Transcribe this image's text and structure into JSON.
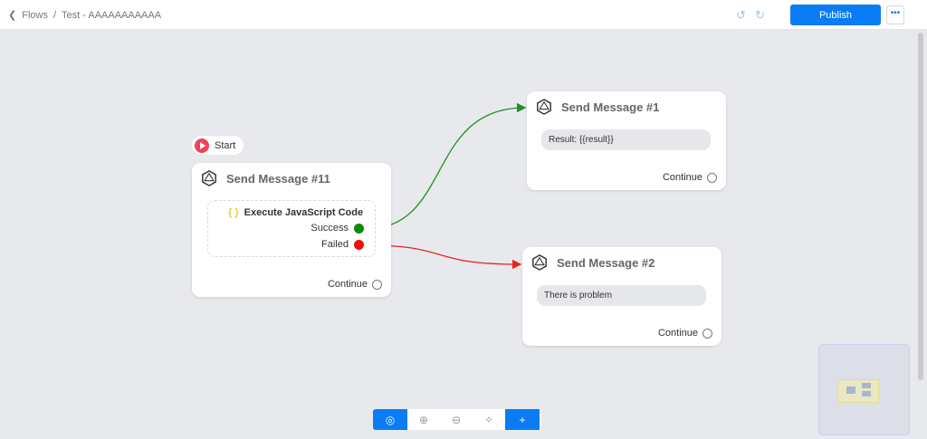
{
  "header": {
    "back_icon": "chevron-left-icon",
    "breadcrumb_root": "Flows",
    "separator": "/",
    "flow_name": "Test - AAAAAAAAAAA",
    "undo_icon": "undo-icon",
    "redo_icon": "redo-icon",
    "publish_label": "Publish",
    "more_label": "•••"
  },
  "start": {
    "label": "Start"
  },
  "nodes": [
    {
      "title": "Send Message #11",
      "action": {
        "icon": "{ }",
        "title": "Execute JavaScript Code",
        "ports": [
          {
            "label": "Success",
            "color": "#0a8a0a"
          },
          {
            "label": "Failed",
            "color": "#f00f0f"
          }
        ]
      },
      "continue": "Continue"
    },
    {
      "title": "Send Message #1",
      "message": "Result: {{result}}",
      "continue": "Continue"
    },
    {
      "title": "Send Message #2",
      "message": "There is problem",
      "continue": "Continue"
    }
  ],
  "edges": [
    {
      "from": "Success",
      "to": "Send Message #1",
      "color": "#218c21"
    },
    {
      "from": "Failed",
      "to": "Send Message #2",
      "color": "#e8231c"
    }
  ],
  "toolbar": {
    "view_icon": "eye-icon",
    "zoom_in_icon": "zoom-in-icon",
    "zoom_out_icon": "zoom-out-icon",
    "auto_layout_icon": "sparkle-icon",
    "add_label": "+"
  }
}
